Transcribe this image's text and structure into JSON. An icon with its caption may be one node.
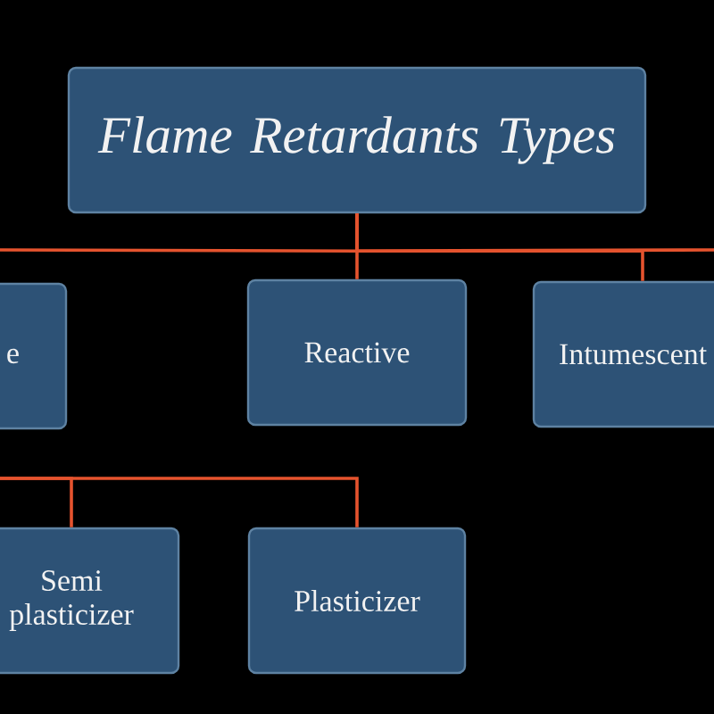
{
  "diagram": {
    "nodes": [
      {
        "text": [
          "Flame Retardants Types"
        ]
      },
      {
        "text": [
          "e"
        ]
      },
      {
        "text": [
          "Reactive"
        ]
      },
      {
        "text": [
          "Intumescent"
        ]
      },
      {
        "text": [
          "Semi plasticizer"
        ]
      },
      {
        "text": [
          "Plasticizer"
        ]
      }
    ],
    "edges": [
      {
        "from": 0,
        "to": null,
        "arrow": "none"
      },
      {
        "from": 0,
        "to": 2,
        "arrow": "none"
      },
      {
        "from": 0,
        "to": 3,
        "arrow": "none"
      },
      {
        "from": 0,
        "to": null,
        "arrow": "none"
      },
      {
        "from": null,
        "to": 4,
        "arrow": "none"
      },
      {
        "from": null,
        "to": 5,
        "arrow": "none"
      }
    ]
  }
}
